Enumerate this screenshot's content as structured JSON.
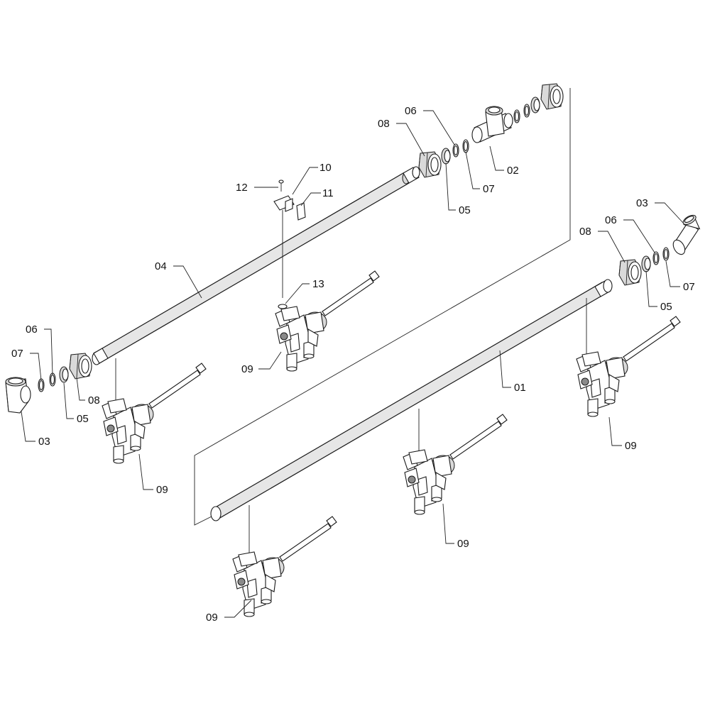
{
  "labels": {
    "p01": "01",
    "p02": "02",
    "p03": "03",
    "p04": "04",
    "p05": "05",
    "p06": "06",
    "p07": "07",
    "p08": "08",
    "p09": "09",
    "p10": "10",
    "p11": "11",
    "p12": "12",
    "p13": "13"
  },
  "colors": {
    "line": "#222222",
    "fill": "#e6e6e6",
    "background": "#ffffff"
  }
}
